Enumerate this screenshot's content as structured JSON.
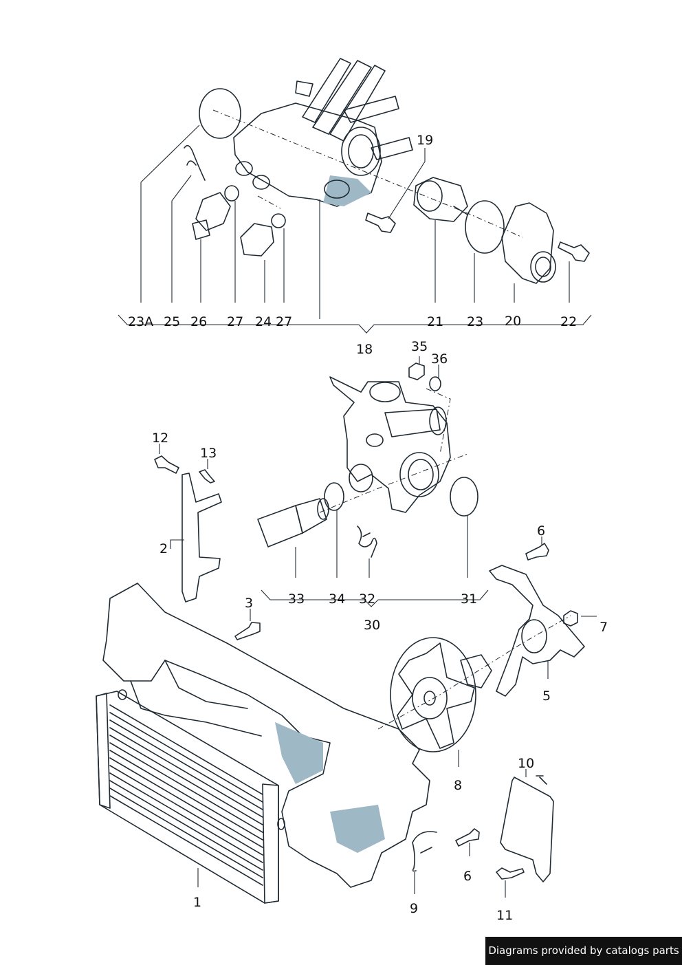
{
  "labels": {
    "l1": "1",
    "l2": "2",
    "l3": "3",
    "l5": "5",
    "l6a": "6",
    "l6b": "6",
    "l7": "7",
    "l8": "8",
    "l9": "9",
    "l10": "10",
    "l11": "11",
    "l12": "12",
    "l13": "13",
    "l18": "18",
    "l19": "19",
    "l20": "20",
    "l21": "21",
    "l22": "22",
    "l23a": "23",
    "l23A": "23A",
    "l24": "24",
    "l25": "25",
    "l26": "26",
    "l27a": "27",
    "l27b": "27",
    "l30": "30",
    "l31": "31",
    "l32": "32",
    "l33": "33",
    "l34": "34",
    "l35": "35",
    "l36": "36"
  },
  "credit": "Diagrams provided by catalogs parts",
  "colors": {
    "part_fill": "#c9dbe4",
    "part_shade": "#9fb8c6",
    "outline": "#1f2a33",
    "credit_bg": "#111111"
  }
}
